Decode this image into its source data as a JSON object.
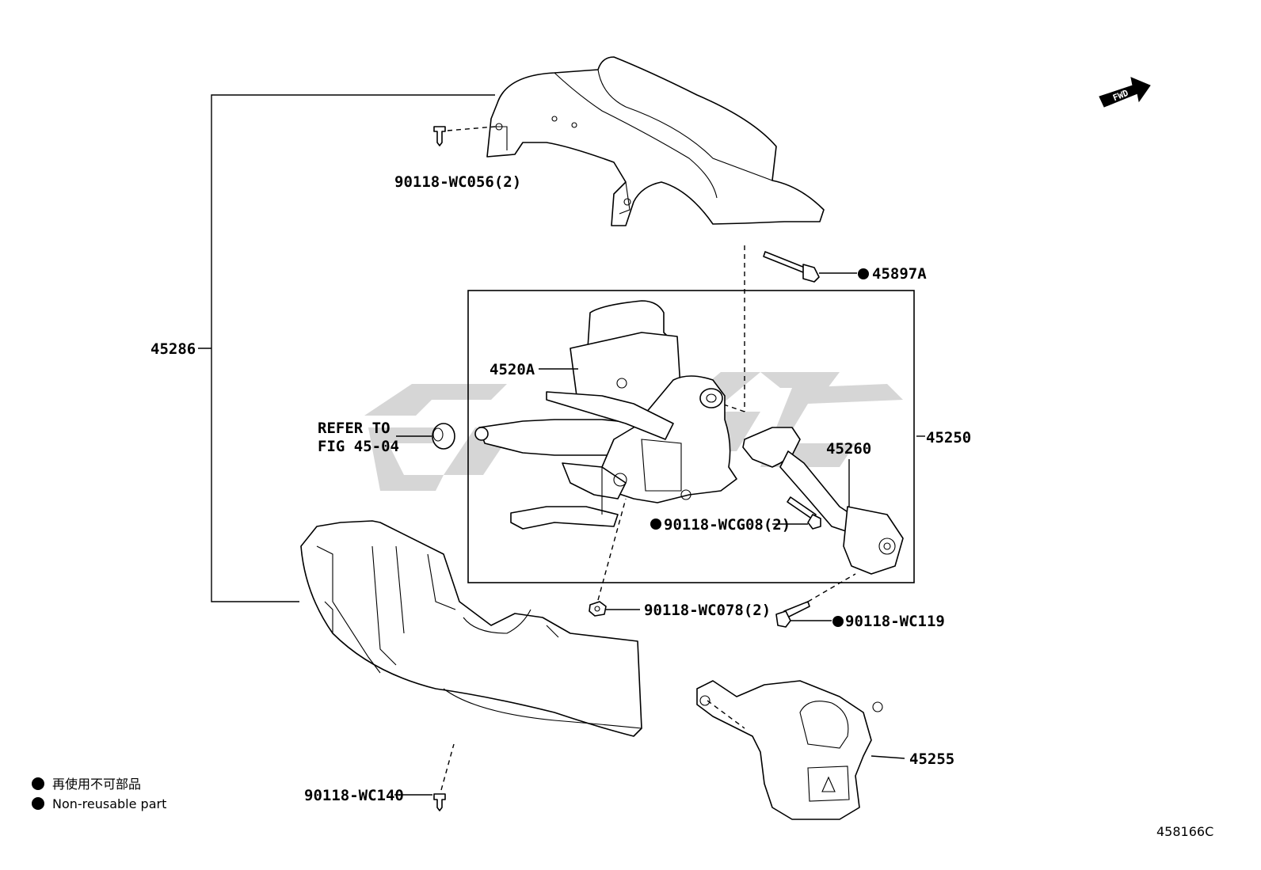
{
  "labels": {
    "screw_upper": "90118-WC056(2)",
    "bolt_top": "45897A",
    "cover_assy": "45286",
    "column": "4520A",
    "refer_line1": "REFER TO",
    "refer_line2": "FIG 45-04",
    "column_assy": "45250",
    "shaft": "45260",
    "bolt_mid": "90118-WCG08(2)",
    "nut": "90118-WC078(2)",
    "bolt_low": "90118-WC119",
    "protector": "45255",
    "screw_lower": "90118-WC140",
    "fwd": "FWD"
  },
  "legend": {
    "line1": "再使用不可部品",
    "line2": "Non-reusable part"
  },
  "figure_id": "458166C",
  "colors": {
    "line": "#000000",
    "watermark": "#c8c8c8",
    "background": "#ffffff"
  }
}
